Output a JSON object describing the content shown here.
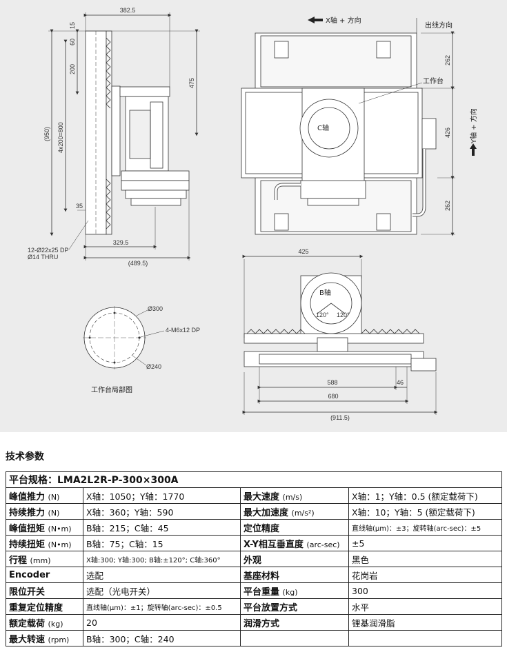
{
  "drawing": {
    "side_view": {
      "dims": {
        "top_width": "382.5",
        "d15": "15",
        "d60": "60",
        "d200": "200",
        "d475": "475",
        "d950": "(950)",
        "d4x200": "4x200=800",
        "d35": "35",
        "d329": "329.5",
        "d489": "(489.5)"
      },
      "hole_note": [
        "12-Ø22x25 DP",
        "Ø14 THRU"
      ]
    },
    "top_view": {
      "x_axis_label": "X轴 + 方向",
      "cable_label": "出线方向",
      "table_label": "工作台",
      "c_axis": "C轴",
      "y_axis_label": "Y轴 + 方向",
      "dims": {
        "d262a": "262",
        "d426": "426",
        "d262b": "262"
      }
    },
    "front_view": {
      "b_axis": "B轴",
      "angle_left": "120°",
      "angle_right": "120°",
      "dims": {
        "d425": "425",
        "d588": "588",
        "d46": "46",
        "d680": "680",
        "d911": "(911.5)"
      }
    },
    "detail": {
      "d300": "Ø300",
      "holes": "4-M6x12 DP",
      "d240": "Ø240",
      "caption": "工作台局部图"
    }
  },
  "specs": {
    "title": "技术参数",
    "header": "平台规格：LMA2L2R-P-300×300A",
    "rows": [
      {
        "k1": "峰值推力",
        "u1": "(N)",
        "v1": "X轴：1050；Y轴：1770",
        "k2": "最大速度",
        "u2": "(m/s)",
        "v2": "X轴：1；Y轴：0.5 (额定载荷下)"
      },
      {
        "k1": "持续推力",
        "u1": "(N)",
        "v1": "X轴：360；Y轴：590",
        "k2": "最大加速度",
        "u2": "(m/s²)",
        "v2": "X轴：10；Y轴：5 (额定载荷下)"
      },
      {
        "k1": "峰值扭矩",
        "u1": "(N•m)",
        "v1": "B轴：215；C轴：45",
        "k2": "定位精度",
        "u2": "",
        "v2": "直线轴(μm)：±3；旋转轴(arc-sec)：±5"
      },
      {
        "k1": "持续扭矩",
        "u1": "(N•m)",
        "v1": "B轴：75；C轴：15",
        "k2": "X-Y相互垂直度",
        "u2": "(arc-sec)",
        "v2": "±5"
      },
      {
        "k1": "行程",
        "u1": "(mm)",
        "v1": "X轴:300; Y轴:300; B轴:±120°; C轴:360°",
        "k2": "外观",
        "u2": "",
        "v2": "黑色"
      },
      {
        "k1": "Encoder",
        "u1": "",
        "v1": "选配",
        "k2": "基座材料",
        "u2": "",
        "v2": "花岗岩"
      },
      {
        "k1": "限位开关",
        "u1": "",
        "v1": "选配（光电开关）",
        "k2": "平台重量",
        "u2": "(kg)",
        "v2": "300"
      },
      {
        "k1": "重复定位精度",
        "u1": "",
        "v1": "直线轴(μm)：±1；旋转轴(arc-sec)：±0.5",
        "k2": "平台放置方式",
        "u2": "",
        "v2": "水平"
      },
      {
        "k1": "额定载荷",
        "u1": "(kg)",
        "v1": "20",
        "k2": "润滑方式",
        "u2": "",
        "v2": "锂基润滑脂"
      },
      {
        "k1": "最大转速",
        "u1": "(rpm)",
        "v1": "B轴：300；C轴：240",
        "k2": "",
        "u2": "",
        "v2": ""
      }
    ]
  }
}
